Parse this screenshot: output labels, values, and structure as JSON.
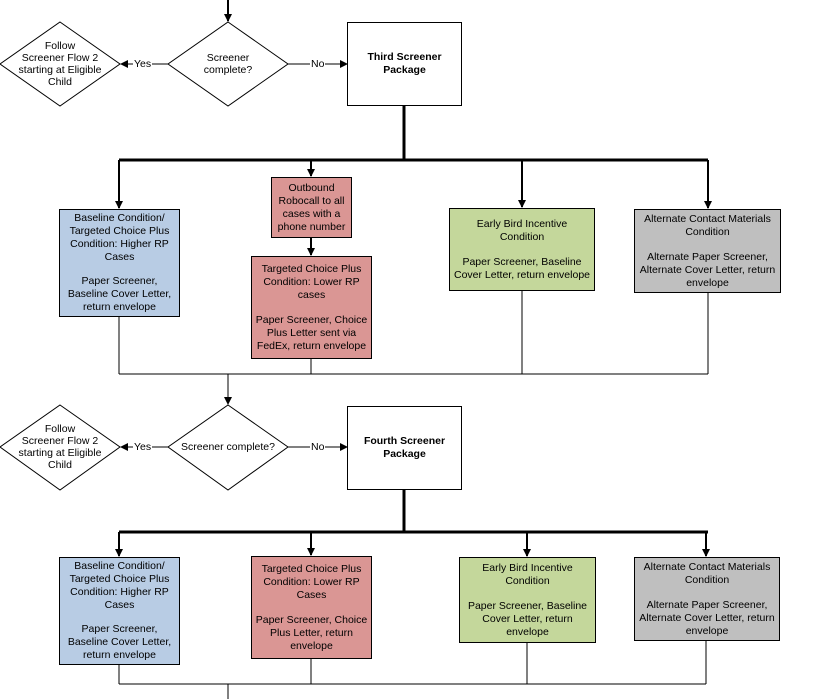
{
  "section1": {
    "follow": [
      "Follow",
      "Screener Flow 2",
      "starting at Eligible",
      "Child"
    ],
    "decision": [
      "Screener",
      "complete?"
    ],
    "yes": "Yes",
    "no": "No",
    "package": [
      "Third Screener",
      "Package"
    ],
    "robocall": [
      "Outbound",
      "Robocall to all",
      "cases with a",
      "phone number"
    ],
    "baseline": {
      "title": [
        "Baseline Condition/",
        "Targeted Choice Plus",
        "Condition: Higher RP",
        "Cases"
      ],
      "body": [
        "Paper Screener,",
        "Baseline Cover Letter,",
        "return envelope"
      ]
    },
    "targeted": {
      "title": [
        "Targeted Choice Plus",
        "Condition: Lower RP",
        "cases"
      ],
      "body": [
        "Paper Screener, Choice",
        "Plus Letter sent via",
        "FedEx, return envelope"
      ]
    },
    "earlybird": {
      "title": [
        "Early Bird Incentive",
        "Condition"
      ],
      "body": [
        "Paper Screener, Baseline",
        "Cover Letter, return envelope"
      ]
    },
    "alternate": {
      "title": [
        "Alternate Contact Materials",
        "Condition"
      ],
      "body": [
        "Alternate Paper Screener,",
        "Alternate Cover Letter, return",
        "envelope"
      ]
    }
  },
  "section2": {
    "follow": [
      "Follow",
      "Screener Flow 2",
      "starting at Eligible",
      "Child"
    ],
    "decision": [
      "Screener complete?"
    ],
    "yes": "Yes",
    "no": "No",
    "package": [
      "Fourth Screener",
      "Package"
    ],
    "baseline": {
      "title": [
        "Baseline Condition/",
        "Targeted Choice Plus",
        "Condition: Higher RP",
        "Cases"
      ],
      "body": [
        "Paper Screener,",
        "Baseline Cover Letter,",
        "return envelope"
      ]
    },
    "targeted": {
      "title": [
        "Targeted Choice Plus",
        "Condition: Lower RP",
        "Cases"
      ],
      "body": [
        "Paper Screener, Choice",
        "Plus Letter, return",
        "envelope"
      ]
    },
    "earlybird": {
      "title": [
        "Early Bird Incentive",
        "Condition"
      ],
      "body": [
        "Paper Screener, Baseline",
        "Cover Letter, return",
        "envelope"
      ]
    },
    "alternate": {
      "title": [
        "Alternate Contact Materials",
        "Condition"
      ],
      "body": [
        "Alternate Paper Screener,",
        "Alternate Cover Letter, return",
        "envelope"
      ]
    }
  }
}
